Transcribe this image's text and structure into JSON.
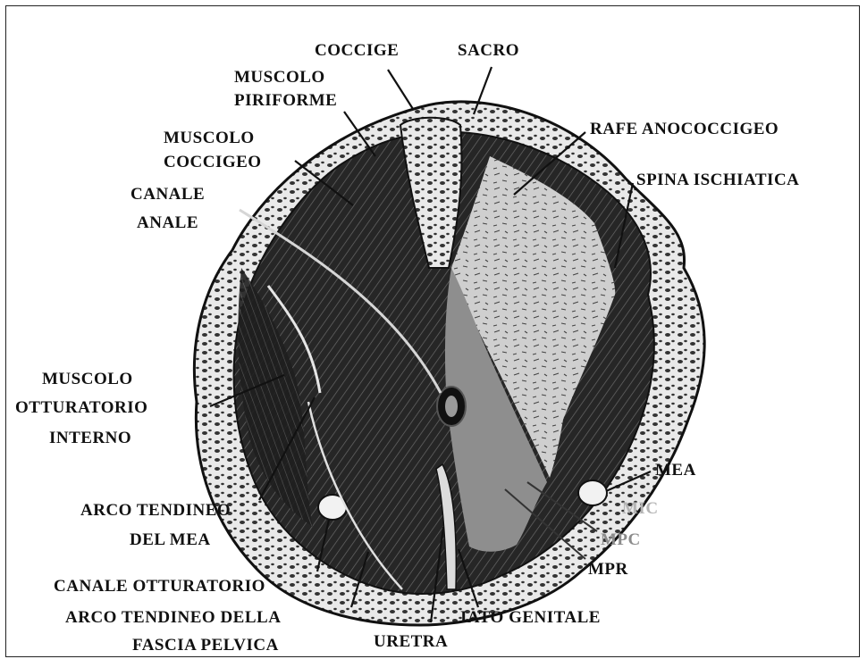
{
  "labels": {
    "coccige": "COCCIGE",
    "sacro": "SACRO",
    "muscolo_piriforme_1": "MUSCOLO",
    "muscolo_piriforme_2": "PIRIFORME",
    "rafe": "RAFE ANOCOCCIGEO",
    "muscolo_coccigeo_1": "MUSCOLO",
    "muscolo_coccigeo_2": "COCCIGEO",
    "spina": "SPINA ISCHIATICA",
    "canale_anale_1": "CANALE",
    "canale_anale_2": "ANALE",
    "otturatorio_1": "MUSCOLO",
    "otturatorio_2": "OTTURATORIO",
    "otturatorio_3": "INTERNO",
    "mea": "MEA",
    "mic": "MIC",
    "mpc": "MPC",
    "mpr": "MPR",
    "arco_mea_1": "ARCO TENDINEO",
    "arco_mea_2": "DEL MEA",
    "canale_otturatorio": "CANALE OTTURATORIO",
    "arco_fascia_1": "ARCO TENDINEO DELLA",
    "arco_fascia_2": "FASCIA PELVICA",
    "iato": "IATO GENITALE",
    "uretra": "URETRA"
  },
  "colors": {
    "muscle_dark": "#1c1c1c",
    "region_light": "#c8c8c8",
    "region_mid": "#8e8e8e",
    "mic_label": "#b4b4b4",
    "mpc_label": "#8c8c8c"
  }
}
